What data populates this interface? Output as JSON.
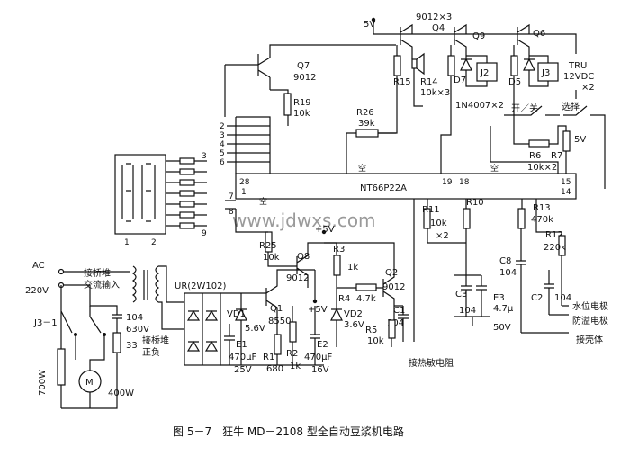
{
  "title": "图 5－7　狂牛 MD－2108 型全自动豆浆机电路",
  "watermark": "www.jdwxs.com",
  "supply": {
    "v5_top": "5V",
    "v5_mid": "+5V",
    "v5_rel": "5V"
  },
  "ic": {
    "name": "NT66P22A",
    "pins": {
      "p28": "28",
      "p1": "1",
      "p19": "19",
      "p18": "18",
      "p15": "15",
      "p14": "14",
      "p7": "7",
      "p8": "8"
    },
    "nc_mark": "空",
    "left_pins": [
      "2",
      "3",
      "4",
      "5",
      "6"
    ],
    "display_pins": [
      "3",
      "9"
    ],
    "display_bottom": [
      "1",
      "2"
    ]
  },
  "q7": {
    "ref": "Q7",
    "type": "9012"
  },
  "r19": {
    "ref": "R19",
    "val": "10k"
  },
  "r26": {
    "ref": "R26",
    "val": "39k"
  },
  "drivers": {
    "head": "9012×3",
    "q4": "Q4",
    "q9": "Q9",
    "q6": "Q6"
  },
  "r15": "R15",
  "r14": {
    "ref": "R14",
    "val": "10k×3"
  },
  "d7": "D7",
  "d5": "D5",
  "j2": "J2",
  "j3": "J3",
  "diode_type": "1N4007×2",
  "tru": {
    "ref": "TRU",
    "spec": "12VDC",
    "mult": "×2"
  },
  "switch": {
    "onoff": "开／关",
    "select": "选择"
  },
  "r6": "R6",
  "r7": "R7",
  "r67_val": "10k×2",
  "r25": {
    "ref": "R25",
    "val": "10k"
  },
  "q8": {
    "ref": "Q8",
    "type": "9012"
  },
  "r3": {
    "ref": "R3",
    "val": "1k"
  },
  "r4": {
    "ref": "R4",
    "val": "4.7k"
  },
  "q2": {
    "ref": "Q2",
    "type": "9012"
  },
  "vd2": {
    "ref": "VD2",
    "val": "3.6V"
  },
  "c1": {
    "ref": "C1",
    "val": "104"
  },
  "r5": {
    "ref": "R5",
    "val": "10k"
  },
  "r11": {
    "ref": "R11",
    "val": "10k",
    "mult": "×2"
  },
  "r10": "R10",
  "c3": {
    "ref": "C3",
    "val": "104"
  },
  "e3": {
    "ref": "E3",
    "val": "4.7μ",
    "volt": "50V"
  },
  "c8": {
    "ref": "C8",
    "val": "104"
  },
  "r13": {
    "ref": "R13",
    "val": "470k"
  },
  "r12": {
    "ref": "R12",
    "val": "220k"
  },
  "c2": {
    "ref": "C2",
    "val": "104"
  },
  "ac": {
    "label": "AC",
    "volt": "220V"
  },
  "bridge_in": {
    "l1": "接桥堆",
    "l2": "交流输入"
  },
  "ur": "UR(2W102)",
  "j31": "J3－1",
  "c104": {
    "val": "104",
    "volt": "630V"
  },
  "r33": "33",
  "heater": "700W",
  "motor": {
    "sym": "M",
    "power": "400W"
  },
  "bridge_pos": {
    "l1": "接桥堆",
    "l2": "正负"
  },
  "q1": {
    "ref": "Q1",
    "type": "8550"
  },
  "vd1": {
    "ref": "VD1",
    "val": "5.6V"
  },
  "e1": {
    "ref": "E1",
    "val": "470μF",
    "volt": "25V"
  },
  "r1": {
    "ref": "R1",
    "val": "680"
  },
  "r2": {
    "ref": "R2",
    "val": "1k"
  },
  "e2": {
    "ref": "E2",
    "val": "470μF",
    "volt": "16V"
  },
  "thermistor": "接热敏电阻",
  "probes": {
    "water": "水位电极",
    "overflow": "防溢电极",
    "shell": "接壳体"
  }
}
